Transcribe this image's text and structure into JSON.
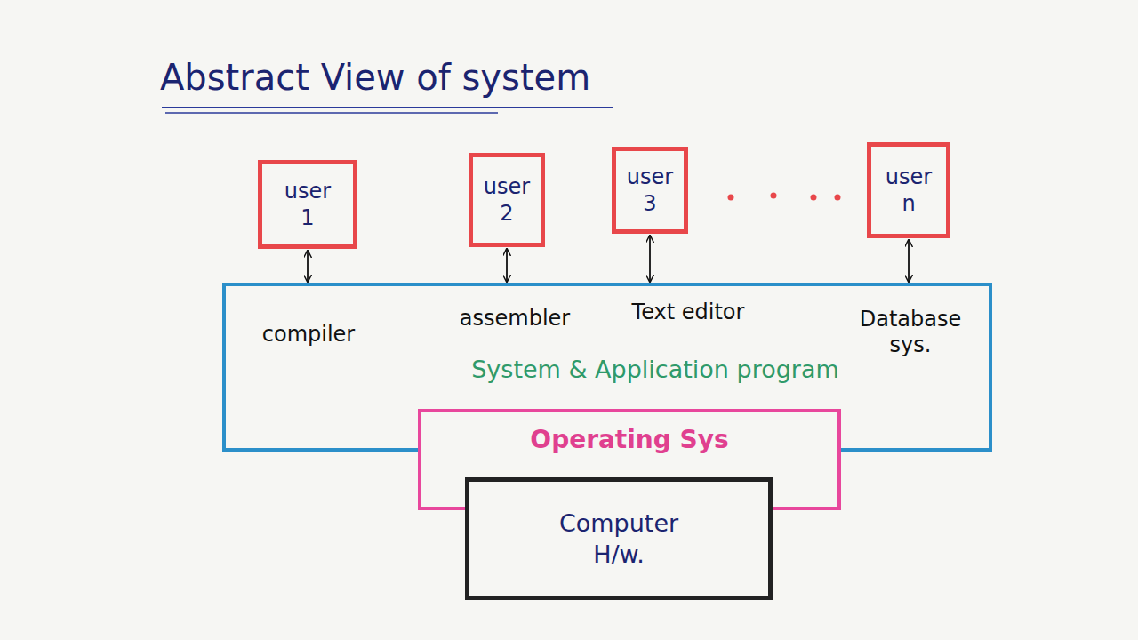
{
  "diagram": {
    "title": "Abstract View of system",
    "nodes": [
      {
        "text": [
          "user 1"
        ]
      },
      {
        "text": [
          "user 2"
        ]
      },
      {
        "text": [
          "user 3"
        ]
      },
      {
        "text": [
          "user n"
        ]
      },
      {
        "text": [
          "compiler",
          "assembler",
          "Text editor",
          "Database sys.",
          "System & Application program"
        ]
      },
      {
        "text": [
          "Operating Sys"
        ]
      },
      {
        "text": [
          "Computer H/w."
        ]
      }
    ],
    "edges": [
      {
        "from": 0,
        "to": 4,
        "arrow": "both"
      },
      {
        "from": 1,
        "to": 4,
        "arrow": "both"
      },
      {
        "from": 2,
        "to": 4,
        "arrow": "both"
      },
      {
        "from": 3,
        "to": 4,
        "arrow": "both"
      }
    ]
  }
}
